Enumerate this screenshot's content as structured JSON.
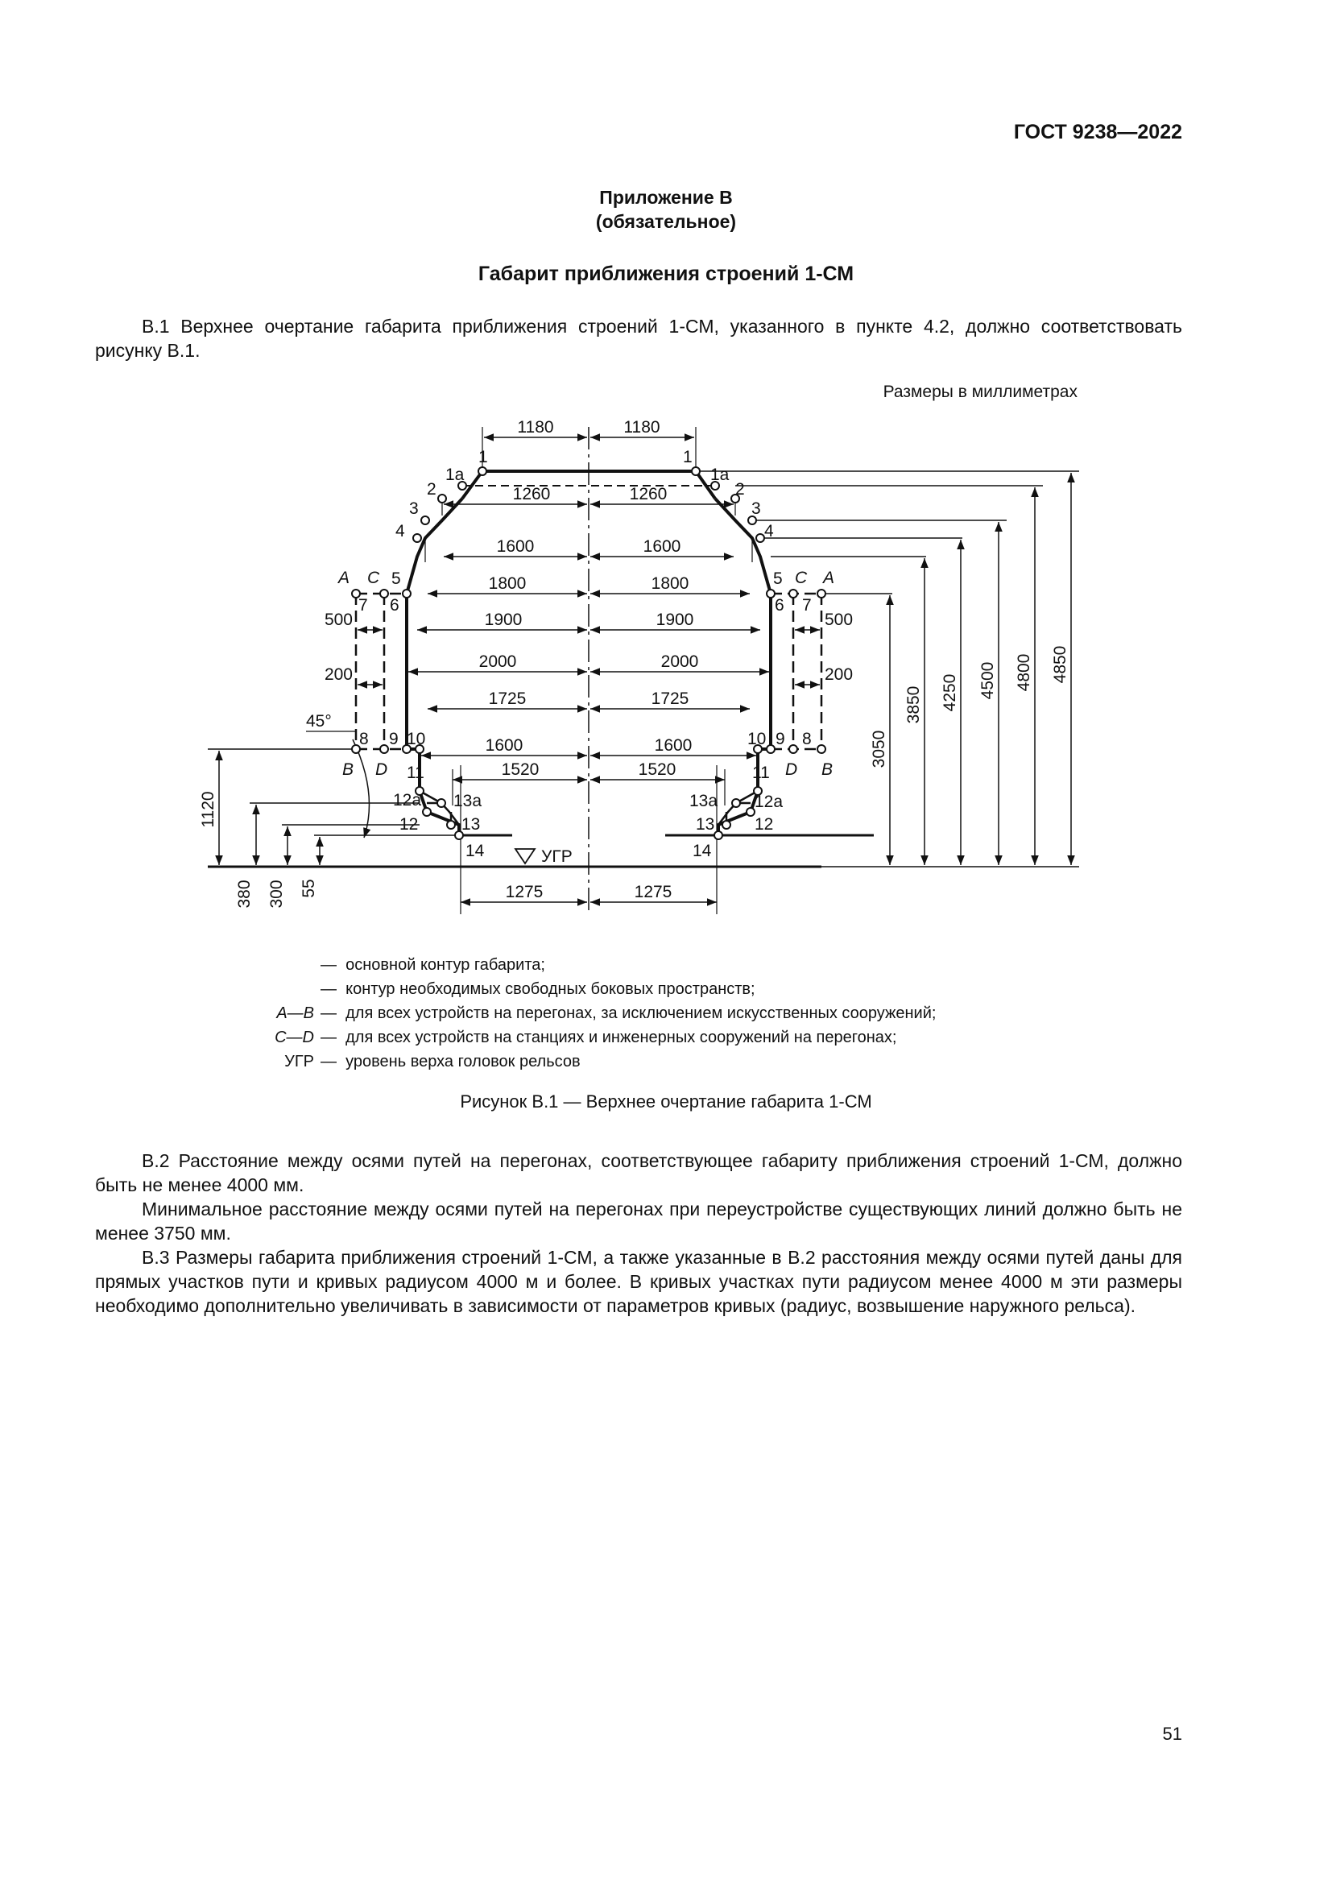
{
  "header": {
    "standard": "ГОСТ 9238—2022"
  },
  "appendix": {
    "title": "Приложение В",
    "status": "(обязательное)",
    "heading": "Габарит приближения строений 1-СМ"
  },
  "para_b1": "В.1 Верхнее очертание габарита приближения строений 1-СМ, указанного в пункте 4.2, должно соответство­вать рисунку В.1.",
  "sizes_note": "Размеры в миллиметрах",
  "figure": {
    "widths": [
      "1180",
      "1260",
      "1600",
      "1800",
      "1900",
      "2000",
      "1725",
      "1600",
      "1520"
    ],
    "bottom_width": "1275",
    "heights": [
      "3050",
      "3850",
      "4250",
      "4500",
      "4800",
      "4850"
    ],
    "left_heights": [
      "1120",
      "380",
      "300",
      "55"
    ],
    "side_offsets": [
      "500",
      "200"
    ],
    "angle": "45°",
    "rail_level": "УГР",
    "point_labels": {
      "p1": "1",
      "p1a": "1а",
      "p2": "2",
      "p3": "3",
      "p4": "4",
      "p5": "5",
      "p6": "6",
      "p7": "7",
      "p8": "8",
      "p9": "9",
      "p10": "10",
      "p11": "11",
      "p12": "12",
      "p12a": "12а",
      "p13": "13",
      "p13a": "13а",
      "p14": "14",
      "A": "A",
      "B": "B",
      "C": "C",
      "D": "D"
    }
  },
  "legend": [
    {
      "key": "",
      "text": "основной контур габарита;"
    },
    {
      "key": "",
      "text": "контур необходимых свободных боковых пространств;"
    },
    {
      "key": "А—В",
      "text": "для всех устройств на перегонах, за исключением искусственных сооружений;"
    },
    {
      "key": "С—D",
      "text": "для всех устройств на станциях и инженерных сооружений на перегонах;"
    },
    {
      "key": "УГР",
      "text": "уровень верха головок рельсов"
    }
  ],
  "legend_dash": "—",
  "caption": "Рисунок В.1 — Верхнее очертание габарита 1-СМ",
  "para_b2a": "В.2 Расстояние между осями путей на перегонах, соответствующее габариту приближения строений 1-СМ, должно быть не менее 4000 мм.",
  "para_b2b": "Минимальное расстояние между осями путей на перегонах при переустройстве существующих линий долж­но быть не менее 3750 мм.",
  "para_b3": "В.3 Размеры габарита приближения строений 1-СМ, а также указанные в В.2 расстояния между осями путей даны для прямых участков пути и кривых радиусом 4000 м и более. В кривых участках пути радиусом менее 4000 м эти размеры необходимо дополнительно увеличивать в зависимости от параметров кривых (радиус, возвышение наружного рельса).",
  "page_number": "51"
}
